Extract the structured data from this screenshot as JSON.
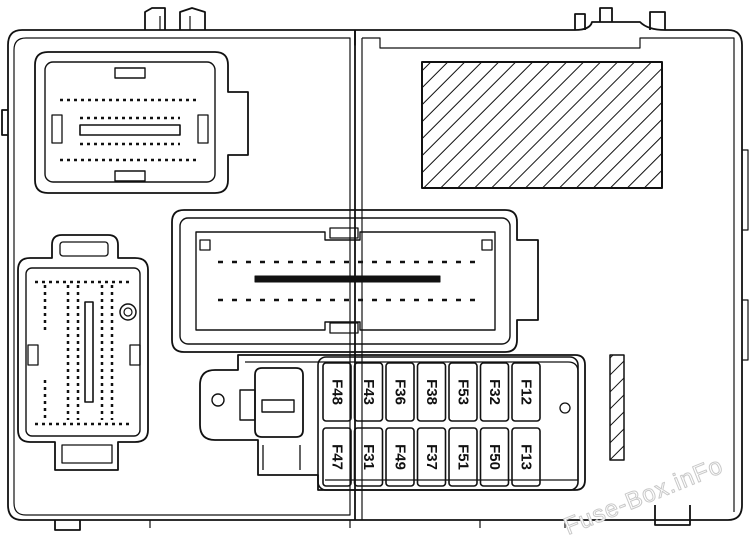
{
  "fuses": {
    "top_row": [
      "F48",
      "F43",
      "F36",
      "F38",
      "F53",
      "F32",
      "F12"
    ],
    "bottom_row": [
      "F47",
      "F31",
      "F49",
      "F37",
      "F51",
      "F50",
      "F13"
    ]
  },
  "watermark": "Fuse-Box.inFo"
}
